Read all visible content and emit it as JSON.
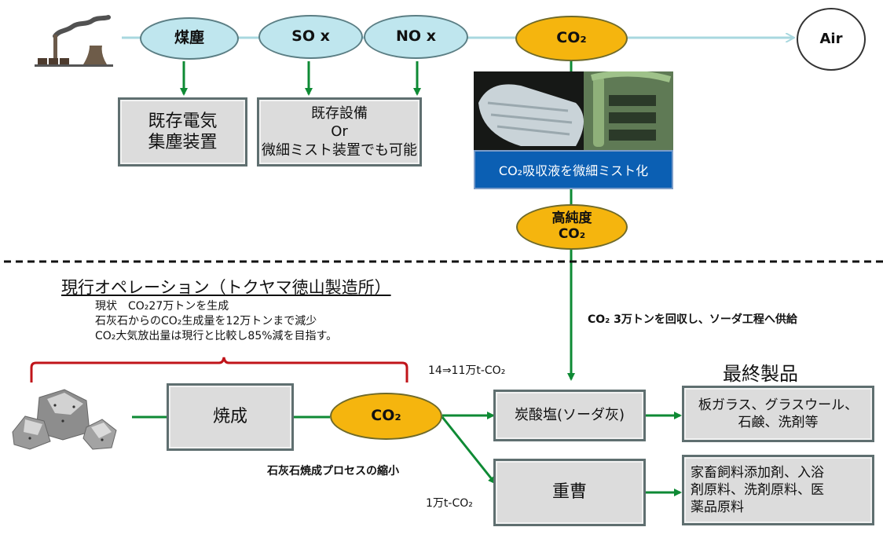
{
  "top_flow": {
    "pollutants": [
      {
        "label": "煤塵",
        "color": "#bfe6ee"
      },
      {
        "label": "SO x",
        "color": "#bfe6ee"
      },
      {
        "label": "NO x",
        "color": "#bfe6ee"
      },
      {
        "label": "CO₂",
        "color": "#f5b50e"
      }
    ],
    "air_label": "Air",
    "box_dust": {
      "line1": "既存電気",
      "line2": "集塵装置"
    },
    "box_sox_nox": {
      "line1": "既存設備",
      "line2": "Or",
      "line3": "微細ミスト装置でも可能"
    },
    "photo_caption": "CO₂吸収液を微細ミスト化",
    "high_purity": {
      "line1": "高純度",
      "line2": "CO₂"
    }
  },
  "recovery_note": "CO₂ 3万トンを回収し、ソーダ工程へ供給",
  "current_operation": {
    "heading": "現行オペレーション（トクヤマ徳山製造所）",
    "lines": [
      "現状　CO₂27万トンを生成",
      "石灰石からのCO₂生成量を12万トンまで減少",
      "CO₂大気放出量は現行と比較し85%減を目指す。"
    ]
  },
  "bottom_flow": {
    "calcination_label": "焼成",
    "co2_label": "CO₂",
    "calcination_note": "石灰石焼成プロセスの縮小",
    "flow_to_carbonate": "14⇒11万t-CO₂",
    "flow_to_bicarbonate": "1万t-CO₂",
    "carbonate_label": "炭酸塩(ソーダ灰)",
    "bicarbonate_label": "重曹",
    "final_products_title": "最終製品",
    "final_products_carbonate": {
      "line1": "板ガラス、グラスウール、",
      "line2": "石鹸、洗剤等"
    },
    "final_products_bicarbonate": {
      "line1": "家畜飼料添加剤、入浴",
      "line2": "剤原料、洗剤原料、医",
      "line3": "薬品原料"
    }
  },
  "colors": {
    "flow_line_top": "#a9d8df",
    "arrow_green": "#0e8a34",
    "brace_red": "#c0141a",
    "divider": "#111111",
    "co2_gold": "#f5b50e",
    "caption_blue": "#0b5fb3"
  }
}
